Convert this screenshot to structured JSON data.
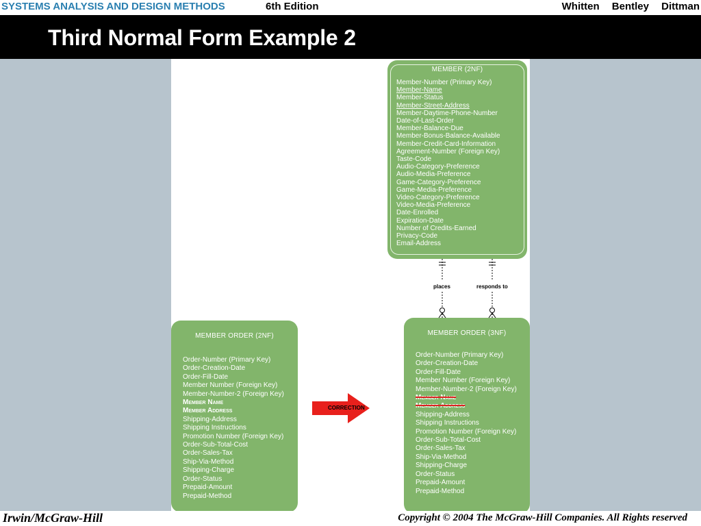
{
  "header": {
    "book_title": "SYSTEMS ANALYSIS AND DESIGN METHODS",
    "edition": "6th Edition",
    "authors": [
      "Whitten",
      "Bentley",
      "Dittman"
    ]
  },
  "slide": {
    "title": "Third Normal Form Example 2"
  },
  "member_2nf": {
    "name": "MEMBER (2NF)",
    "attributes": [
      "Member-Number (Primary Key)",
      "Member-Name",
      "Member-Status",
      "Member-Street-Address",
      "Member-Daytime-Phone-Number",
      "Date-of-Last-Order",
      "Member-Balance-Due",
      "Member-Bonus-Balance-Available",
      "Member-Credit-Card-Information",
      "Agreement-Number (Foreign Key)",
      "Taste-Code",
      "Audio-Category-Preference",
      "Audio-Media-Preference",
      "Game-Category-Preference",
      "Game-Media-Preference",
      "Video-Category-Preference",
      "Video-Media-Preference",
      "Date-Enrolled",
      "Expiration-Date",
      "Number of Credits-Earned",
      "Privacy-Code",
      "Email-Address"
    ]
  },
  "relationships": {
    "left": "places",
    "right": "responds to"
  },
  "member_order_2nf": {
    "name": "MEMBER ORDER (2NF)",
    "attributes": [
      "Order-Number (Primary Key)",
      "Order-Creation-Date",
      "Order-Fill-Date",
      "Member Number (Foreign Key)",
      "Member-Number-2 (Foreign Key)",
      "Member Name",
      "Member Address",
      "Shipping-Address",
      "Shipping Instructions",
      "Promotion Number (Foreign Key)",
      "Order-Sub-Total-Cost",
      "Order-Sales-Tax",
      "Ship-Via-Method",
      "Shipping-Charge",
      "Order-Status",
      "Prepaid-Amount",
      "Prepaid-Method"
    ]
  },
  "correction_label": "CORRECTION",
  "member_order_3nf": {
    "name": "MEMBER ORDER (3NF)",
    "attributes": [
      "Order-Number (Primary Key)",
      "Order-Creation-Date",
      "Order-Fill-Date",
      "Member Number (Foreign Key)",
      "Member-Number-2 (Foreign Key)",
      "Member Name",
      "Member Address",
      "Shipping-Address",
      "Shipping Instructions",
      "Promotion Number (Foreign Key)",
      "Order-Sub-Total-Cost",
      "Order-Sales-Tax",
      "Ship-Via-Method",
      "Shipping-Charge",
      "Order-Status",
      "Prepaid-Amount",
      "Prepaid-Method"
    ]
  },
  "footer": {
    "publisher": "Irwin/McGraw-Hill",
    "copyright": "Copyright © 2004 The McGraw-Hill Companies. All Rights reserved"
  },
  "colors": {
    "entity_fill": "#82b56b",
    "book_title": "#2a7fb0",
    "arrow": "#e8201c",
    "background": "#b7c4cd"
  }
}
